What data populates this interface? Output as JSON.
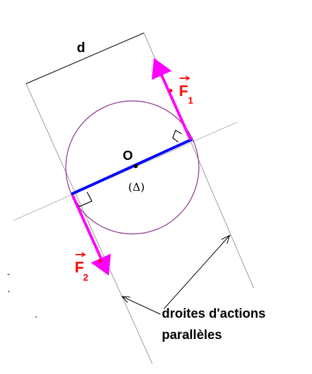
{
  "labels": {
    "distance": "d",
    "center": "O",
    "axis": "(Δ)",
    "force1": "F",
    "force1_sub": "1",
    "force2": "F",
    "force2_sub": "2",
    "caption_line1": "droites d'actions",
    "caption_line2": "parallèles"
  },
  "colors": {
    "force": "#ff00ff",
    "force_label": "#ff0000",
    "circle": "#8b2d8b",
    "diameter": "#0000ff",
    "guide": "#bdbdbd",
    "line": "#000000"
  }
}
